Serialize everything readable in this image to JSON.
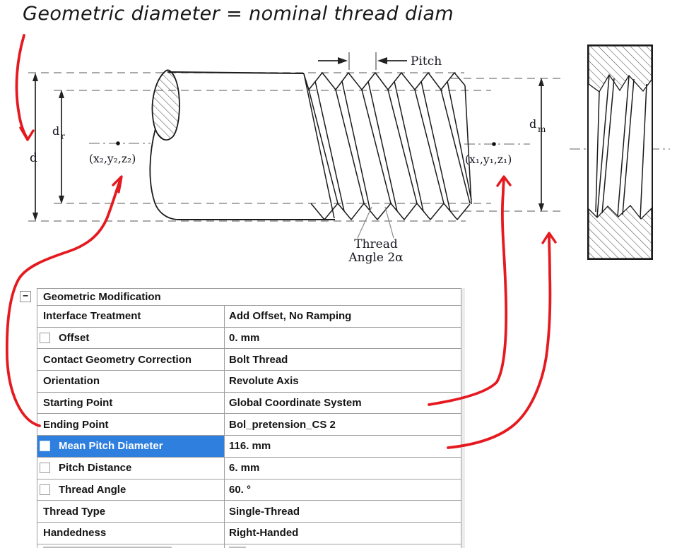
{
  "title": {
    "text": "Geometric diameter = nominal thread diam"
  },
  "diagram": {
    "pitch_label": "Pitch",
    "d_label": "d",
    "dr_label": "d",
    "dr_sub": "r",
    "dm_label": "d",
    "dm_sub": "m",
    "point_left_label": "(x₂,y₂,z₂)",
    "point_right_label": "(x₁,y₁,z₁)",
    "thread_angle_line1": "Thread",
    "thread_angle_line2": "Angle 2α"
  },
  "details_panel": {
    "collapse_glyph": "−",
    "group_header": "Geometric Modification",
    "selection_color": "#2f7fdf",
    "annotation_color": "#e51a20",
    "rows": [
      {
        "label": "Interface Treatment",
        "value": "Add Offset, No Ramping",
        "has_checkbox": false,
        "selected": false
      },
      {
        "label": "Offset",
        "value": "0. mm",
        "has_checkbox": true,
        "selected": false
      },
      {
        "label": "Contact Geometry Correction",
        "value": "Bolt Thread",
        "has_checkbox": false,
        "selected": false
      },
      {
        "label": "Orientation",
        "value": "Revolute Axis",
        "has_checkbox": false,
        "selected": false
      },
      {
        "label": "Starting Point",
        "value": "Global Coordinate System",
        "has_checkbox": false,
        "selected": false
      },
      {
        "label": "Ending Point",
        "value": "Bol_pretension_CS 2",
        "has_checkbox": false,
        "selected": false
      },
      {
        "label": "Mean Pitch Diameter",
        "value": "116. mm",
        "has_checkbox": true,
        "selected": true
      },
      {
        "label": "Pitch Distance",
        "value": "6. mm",
        "has_checkbox": true,
        "selected": false
      },
      {
        "label": "Thread Angle",
        "value": "60. °",
        "has_checkbox": true,
        "selected": false
      },
      {
        "label": "Thread Type",
        "value": "Single-Thread",
        "has_checkbox": false,
        "selected": false
      },
      {
        "label": "Handedness",
        "value": "Right-Handed",
        "has_checkbox": false,
        "selected": false
      }
    ]
  }
}
